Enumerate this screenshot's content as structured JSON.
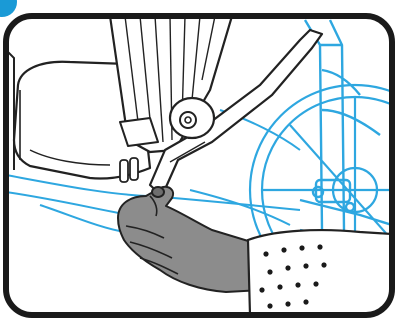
{
  "illustration": {
    "alt": "",
    "colors": {
      "frame": "#1a1a1a",
      "outline": "#222222",
      "blue_line": "#2ea7e0",
      "blue_fill": "#ffffff",
      "glove": "#8c8c8c",
      "glove_dark": "#6e6e6e",
      "cuff": "#ffffff",
      "badge": "#1a9ad6"
    },
    "parts": [
      "step-badge-icon",
      "rounded-frame",
      "bag-body",
      "bag-zipper-pull",
      "strap",
      "cover-flap",
      "tension-knob",
      "blue-bike-frame",
      "blue-wheel",
      "blue-cables",
      "gloved-hand",
      "dotted-cuff"
    ]
  }
}
